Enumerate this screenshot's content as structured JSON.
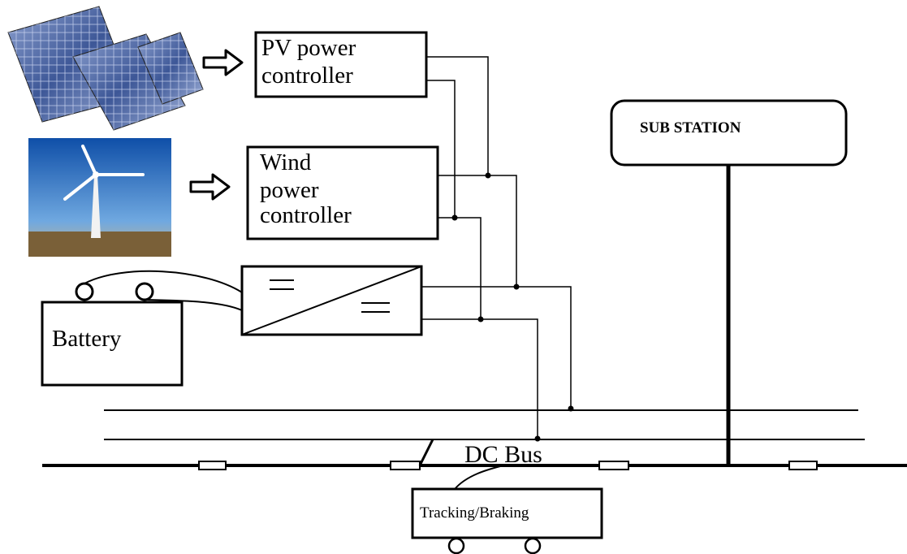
{
  "pv_controller": {
    "line1": "PV power",
    "line2": "controller"
  },
  "wind_controller": {
    "line1": "Wind",
    "line2": "power",
    "line3": "controller"
  },
  "battery": {
    "label": "Battery"
  },
  "substation": {
    "label": "SUB STATION"
  },
  "dc_bus": {
    "label": "DC Bus"
  },
  "train": {
    "label": "Tracking/Braking"
  },
  "colors": {
    "line": "#000000",
    "sky": "#1f6fbf",
    "panel": "#3b4f8a",
    "ground": "#6b5230"
  }
}
